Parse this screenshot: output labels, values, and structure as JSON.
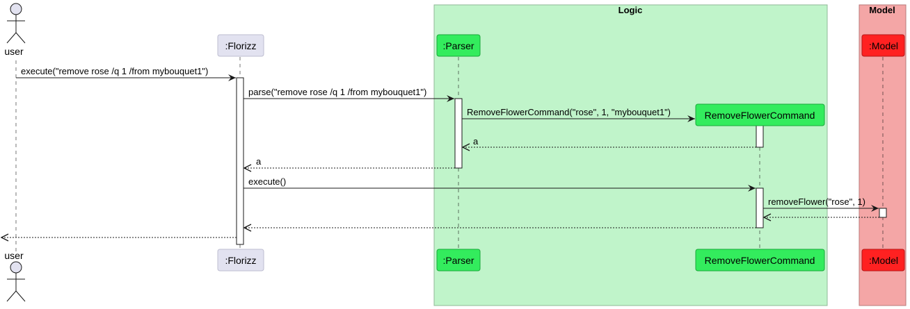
{
  "groups": {
    "logic": {
      "title": "Logic",
      "fill": "#C0F4CA",
      "stroke": "#8FB897"
    },
    "model": {
      "title": "Model",
      "fill": "#F4A6A6",
      "stroke": "#B97A7A"
    }
  },
  "participants": {
    "user": {
      "name": "user",
      "icon": "actor-stick-figure-icon",
      "fill": "#E2E2F0",
      "stroke": "#181818"
    },
    "florizz": {
      "name": ":Florizz",
      "fill": "#E2E2F0",
      "stroke": "#BDBDD0"
    },
    "parser": {
      "name": ":Parser",
      "fill": "#33EC5D",
      "stroke": "#1AA83A"
    },
    "command": {
      "name": "RemoveFlowerCommand",
      "fill": "#33EC5D",
      "stroke": "#1AA83A"
    },
    "model": {
      "name": ":Model",
      "fill": "#FF2121",
      "stroke": "#B51616"
    }
  },
  "messages": {
    "m1": "execute(\"remove rose /q 1 /from mybouquet1\")",
    "m2": "parse(\"remove rose /q 1 /from mybouquet1\")",
    "m3": "RemoveFlowerCommand(\"rose\", 1, \"mybouquet1\")",
    "m4": "a",
    "m5": "a",
    "m6": "execute()",
    "m7": "removeFlower(\"rose\", 1)"
  }
}
